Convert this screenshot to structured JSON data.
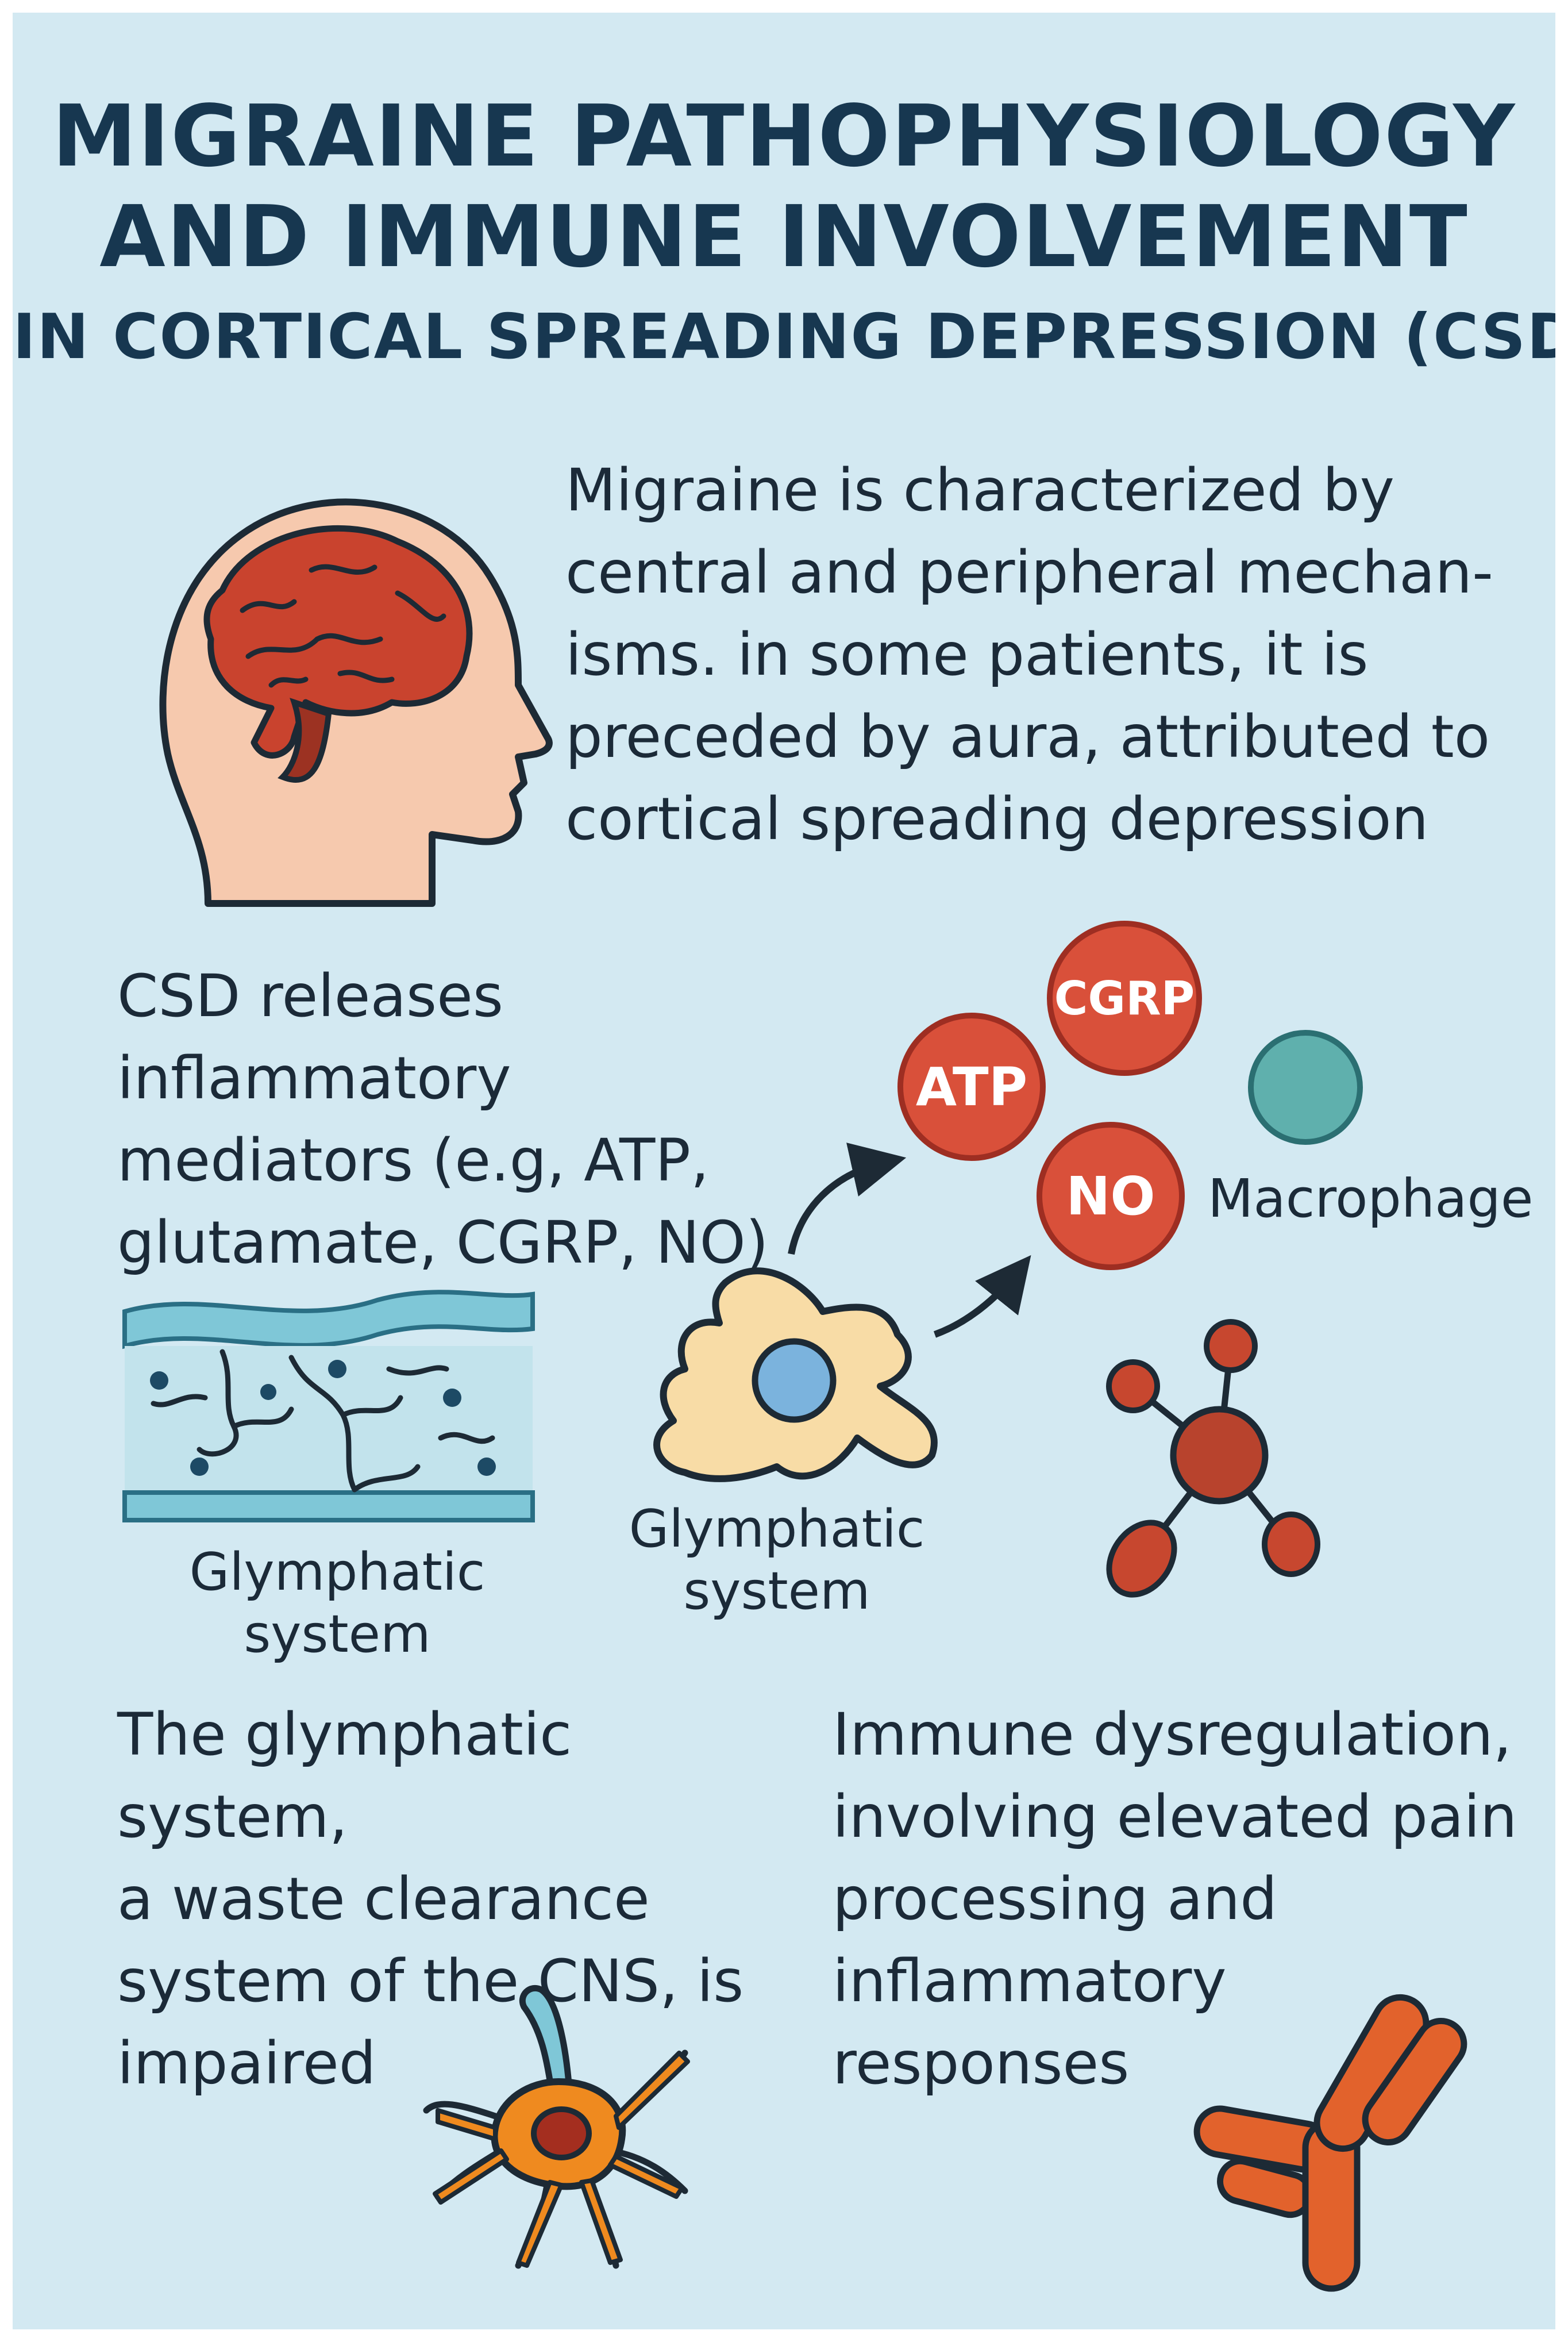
{
  "title": {
    "line1": "MIGRAINE PATHOPHYSIOLOGY",
    "line2": "AND IMMUNE INVOLVEMENT",
    "line3": "IN CORTICAL SPREADING DEPRESSION (CSD)"
  },
  "intro": {
    "lines": [
      "Migraine is characterized by",
      "central and peripheral mechan-",
      "isms. in some patients, it is",
      "preceded by aura, attributed to",
      "cortical spreading depression"
    ]
  },
  "csd": {
    "lines": [
      "CSD releases inflammatory",
      "mediators (e.g, ATP,",
      "glutamate, CGRP, NO)"
    ]
  },
  "mediators": {
    "atp": "ATP",
    "cgrp": "CGRP",
    "no": "NO",
    "macrophage": "Macrophage"
  },
  "labels": {
    "glymphatic_left": "Glymphatic system",
    "glymphatic_center": [
      "Glymphatic",
      "system"
    ]
  },
  "glymphatic": {
    "lines": [
      "The glymphatic system,",
      "a waste clearance",
      "system of the CNS, is",
      "impaired"
    ]
  },
  "immune": {
    "lines": [
      "Immune dysregulation,",
      "involving elevated pain",
      "processing and",
      "inflammatory",
      "responses"
    ]
  },
  "colors": {
    "background": "#d3e9f2",
    "title": "#173750",
    "mediator_red": "#d9503a",
    "macrophage_teal": "#5fb0ad",
    "brain": "#c9432e",
    "skin": "#f6c9ae",
    "cell_cream": "#f8dca6",
    "astrocyte_orange": "#ef8a1f",
    "antibody_orange": "#e2622c"
  },
  "icons": [
    "head-brain-icon",
    "vessel-icon",
    "microglia-icon",
    "molecule-icon",
    "astrocyte-icon",
    "antibody-icon",
    "arrow-icon"
  ]
}
